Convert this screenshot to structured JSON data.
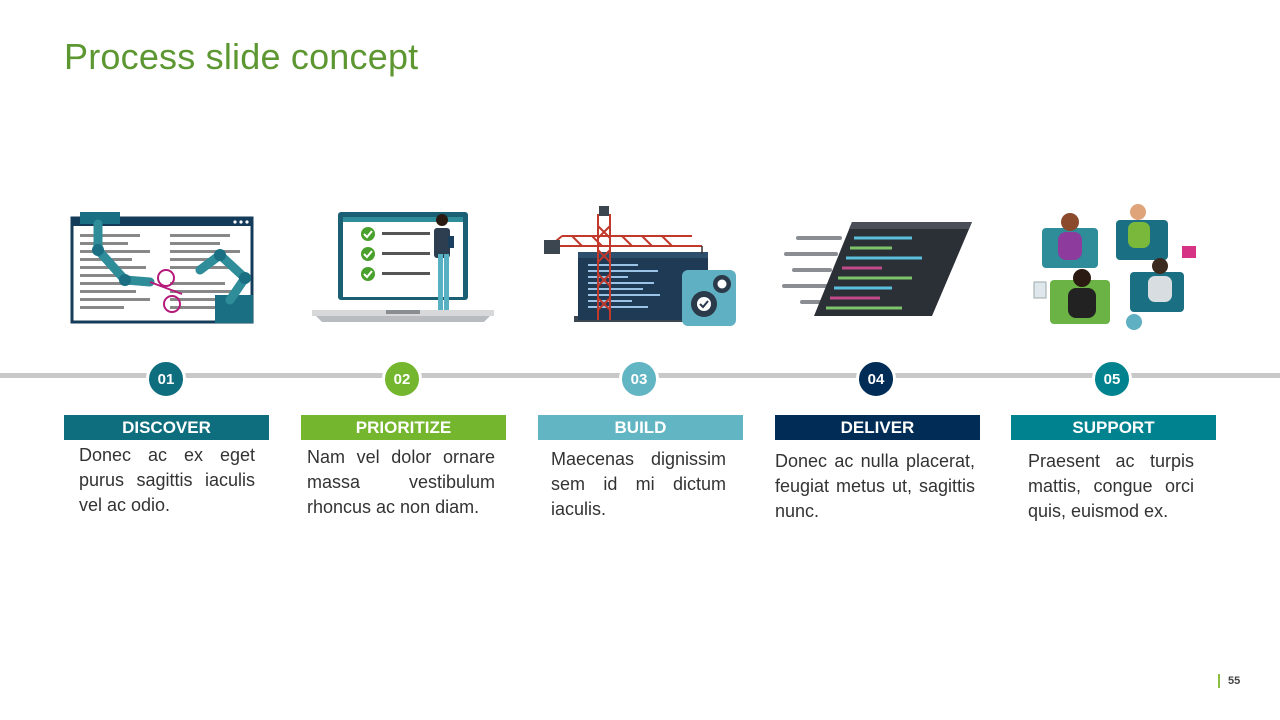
{
  "slide": {
    "title": "Process slide concept",
    "page_number": "55"
  },
  "colors": {
    "title": "#5d9732",
    "teal_dark": "#0f6e7e",
    "green": "#74b72e",
    "teal_light": "#62b5c3",
    "navy": "#012c56",
    "teal": "#00838f",
    "line": "#c8c8c8"
  },
  "steps": [
    {
      "number": "01",
      "label": "DISCOVER",
      "text": "Donec ac ex eget purus sagittis iaculis vel ac odio.",
      "icon": "robot-arms-document-icon"
    },
    {
      "number": "02",
      "label": "PRIORITIZE",
      "text": "Nam vel dolor ornare massa vestibulum rhoncus ac non diam.",
      "icon": "laptop-checklist-person-icon"
    },
    {
      "number": "03",
      "label": "BUILD",
      "text": "Maecenas dignissim sem id mi dictum iaculis.",
      "icon": "crane-code-gears-icon"
    },
    {
      "number": "04",
      "label": "DELIVER",
      "text": "Donec ac nulla placerat, feugiat metus ut, sagittis nunc.",
      "icon": "fast-code-window-icon"
    },
    {
      "number": "05",
      "label": "SUPPORT",
      "text": "Praesent ac turpis mattis, congue orci quis, euismod ex.",
      "icon": "video-call-team-icon"
    }
  ]
}
